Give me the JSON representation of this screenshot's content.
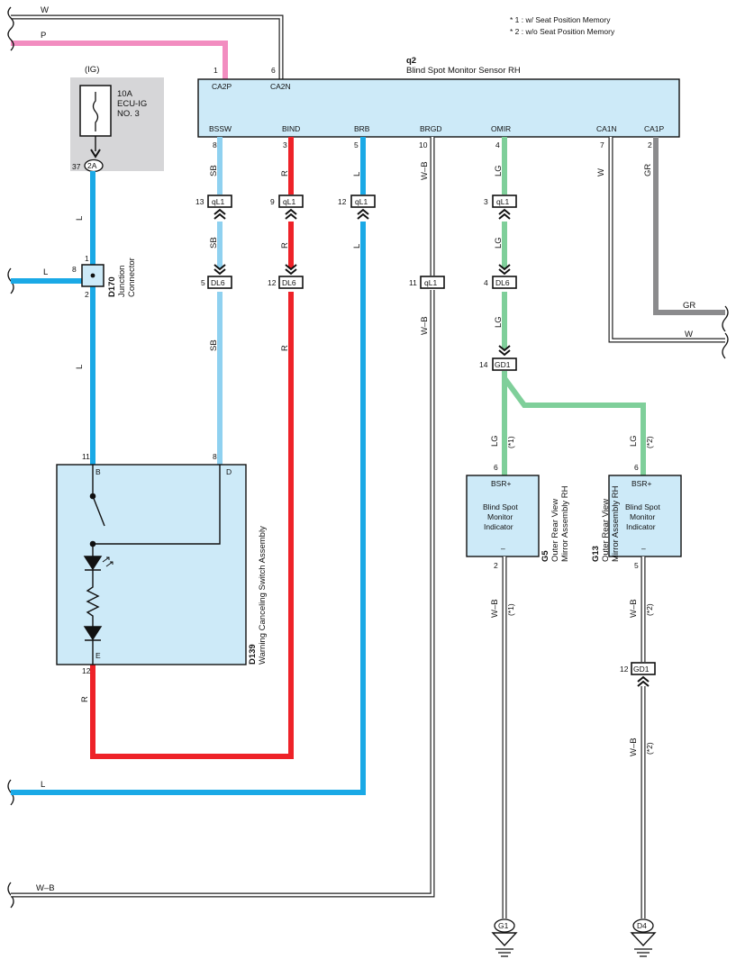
{
  "notes": [
    "* 1 : w/ Seat Position Memory",
    "* 2 : w/o Seat Position Memory"
  ],
  "colors": {
    "L": "#1aa9e6",
    "SB": "#8fd1f0",
    "R": "#ee2228",
    "P": "#f28dc0",
    "LG": "#7fcf9a",
    "GR": "#8b8b8d",
    "W": "#ffffff",
    "WB": "#ffffff",
    "component_fill": "#cdeaf8",
    "fuse_fill": "#d6d6d8"
  },
  "sensor": {
    "code": "q2",
    "name": "Blind Spot Monitor Sensor RH",
    "top_pins": [
      {
        "num": "1",
        "name": "CA2P"
      },
      {
        "num": "6",
        "name": "CA2N"
      }
    ],
    "bottom_pins": [
      {
        "num": "8",
        "name": "BSSW"
      },
      {
        "num": "3",
        "name": "BIND"
      },
      {
        "num": "5",
        "name": "BRB"
      },
      {
        "num": "10",
        "name": "BRGD"
      },
      {
        "num": "4",
        "name": "OMIR"
      },
      {
        "num": "7",
        "name": "CA1N"
      },
      {
        "num": "2",
        "name": "CA1P"
      }
    ]
  },
  "fuse": {
    "ig_label": "(IG)",
    "rating": "10A",
    "name_line1": "ECU-IG",
    "name_line2": "NO. 3",
    "pin": "37",
    "connector": "2A"
  },
  "junction": {
    "code": "D170",
    "name_line1": "Junction",
    "name_line2": "Connector",
    "pin_top": "1",
    "pin_left": "8",
    "pin_bottom": "2"
  },
  "switch": {
    "code": "D139",
    "name": "Warning Canceling Switch Assembly",
    "pin_b_num": "11",
    "pin_b": "B",
    "pin_d_num": "8",
    "pin_d": "D",
    "pin_e_num": "12",
    "pin_e": "E"
  },
  "indicator_g5": {
    "code": "G5",
    "name_line1": "Outer Rear View",
    "name_line2": "Mirror Assembly RH",
    "top_pin_num": "6",
    "top_pin": "BSR+",
    "label_line1": "Blind Spot",
    "label_line2": "Monitor",
    "label_line3": "Indicator",
    "bottom_pin_num": "2",
    "bottom_pin": "–"
  },
  "indicator_g13": {
    "code": "G13",
    "name_line1": "Outer Rear View",
    "name_line2": "Mirror Assembly RH",
    "top_pin_num": "6",
    "top_pin": "BSR+",
    "label_line1": "Blind Spot",
    "label_line2": "Monitor",
    "label_line3": "Indicator",
    "bottom_pin_num": "5",
    "bottom_pin": "–"
  },
  "inline_connectors": {
    "ql1_a": {
      "pin": "13",
      "code": "qL1"
    },
    "ql1_b": {
      "pin": "9",
      "code": "qL1"
    },
    "ql1_c": {
      "pin": "12",
      "code": "qL1"
    },
    "ql1_d": {
      "pin": "11",
      "code": "qL1"
    },
    "ql1_e": {
      "pin": "3",
      "code": "qL1"
    },
    "dl6_a": {
      "pin": "5",
      "code": "DL6"
    },
    "dl6_b": {
      "pin": "12",
      "code": "DL6"
    },
    "dl6_c": {
      "pin": "4",
      "code": "DL6"
    },
    "gd1_a": {
      "pin": "14",
      "code": "GD1"
    },
    "gd1_b": {
      "pin": "12",
      "code": "GD1"
    }
  },
  "grounds": {
    "g1": "G1",
    "d4": "D4"
  },
  "wire_labels": {
    "w_top": "W",
    "p_top": "P",
    "l_fuse": "L",
    "l_left": "L",
    "l_junction": "L",
    "l_bottom": "L",
    "sb1": "SB",
    "sb2": "SB",
    "sb3": "SB",
    "r1": "R",
    "r2": "R",
    "r3": "R",
    "r_sw": "R",
    "l_brb1": "L",
    "l_brb2": "L",
    "wb1": "W–B",
    "wb2": "W–B",
    "wb_bottom": "W–B",
    "wb_g5": "W–B",
    "wb_g13a": "W–B",
    "wb_g13b": "W–B",
    "lg1": "LG",
    "lg2": "LG",
    "lg3": "LG",
    "lg_g5": "LG",
    "lg_g13": "LG",
    "w_ca1n": "W",
    "w_right": "W",
    "gr1": "GR",
    "gr_right": "GR"
  },
  "option_marks": {
    "m1": "(*1)",
    "m2": "(*2)",
    "m3": "(*1)",
    "m4": "(*2)",
    "m5": "(*2)"
  }
}
